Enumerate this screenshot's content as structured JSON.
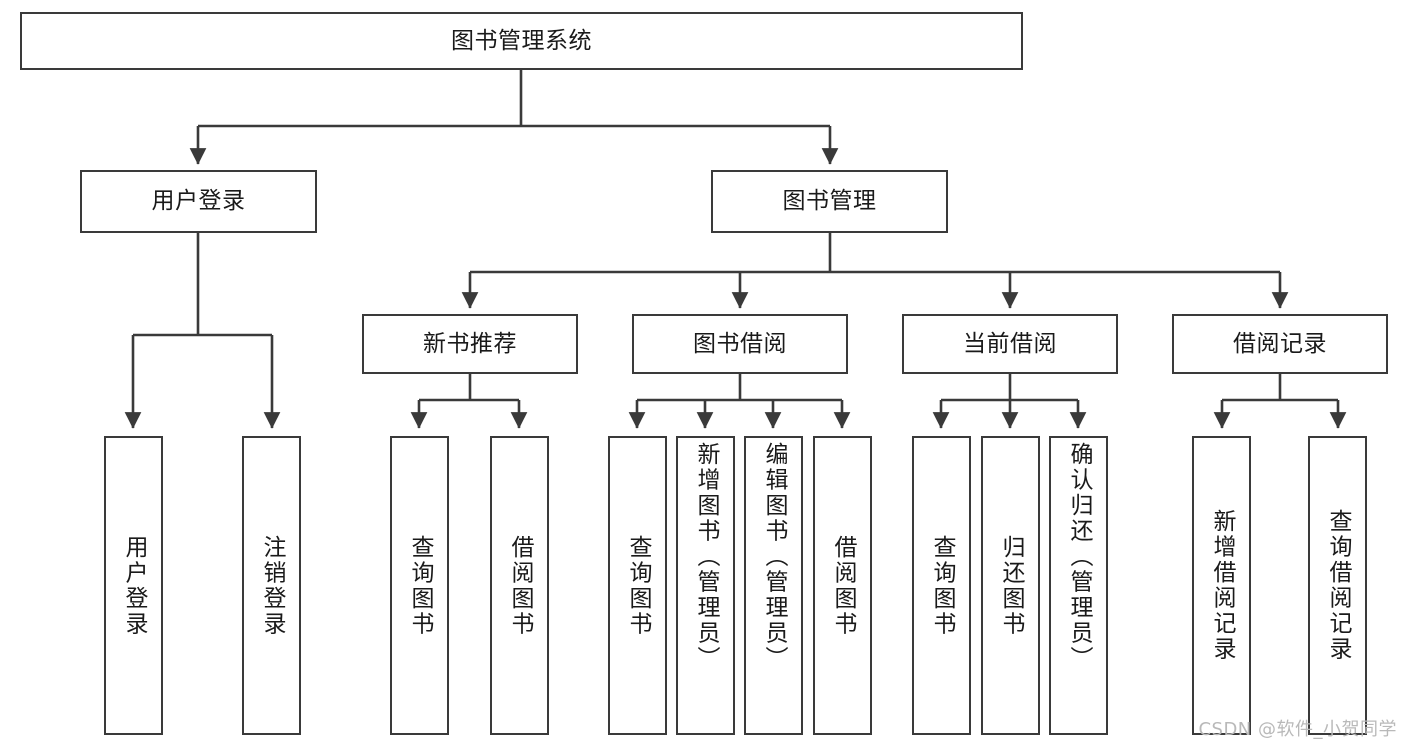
{
  "diagram": {
    "type": "tree",
    "title": "图书管理系统",
    "style": {
      "box_border_color": "#3a3a3a",
      "box_fill_color": "#ffffff",
      "text_color": "#1a1a1a",
      "connector_color": "#3a3a3a",
      "background": "#ffffff"
    },
    "nodes": {
      "root": {
        "label": "图书管理系统"
      },
      "level2": [
        {
          "label": "用户登录"
        },
        {
          "label": "图书管理"
        }
      ],
      "level3": [
        {
          "label": "新书推荐"
        },
        {
          "label": "图书借阅"
        },
        {
          "label": "当前借阅"
        },
        {
          "label": "借阅记录"
        }
      ],
      "leaves": {
        "user_login": [
          {
            "label": "用户登录"
          },
          {
            "label": "注销登录"
          }
        ],
        "new_book_recommend": [
          {
            "label": "查询图书"
          },
          {
            "label": "借阅图书"
          }
        ],
        "book_borrow": [
          {
            "label": "查询图书"
          },
          {
            "label": "新增图书（管理员）"
          },
          {
            "label": "编辑图书（管理员）"
          },
          {
            "label": "借阅图书"
          }
        ],
        "current_borrow": [
          {
            "label": "查询图书"
          },
          {
            "label": "归还图书"
          },
          {
            "label": "确认归还（管理员）"
          }
        ],
        "borrow_record": [
          {
            "label": "新增借阅记录"
          },
          {
            "label": "查询借阅记录"
          }
        ]
      }
    },
    "watermark": "CSDN @软件_小贺同学"
  }
}
